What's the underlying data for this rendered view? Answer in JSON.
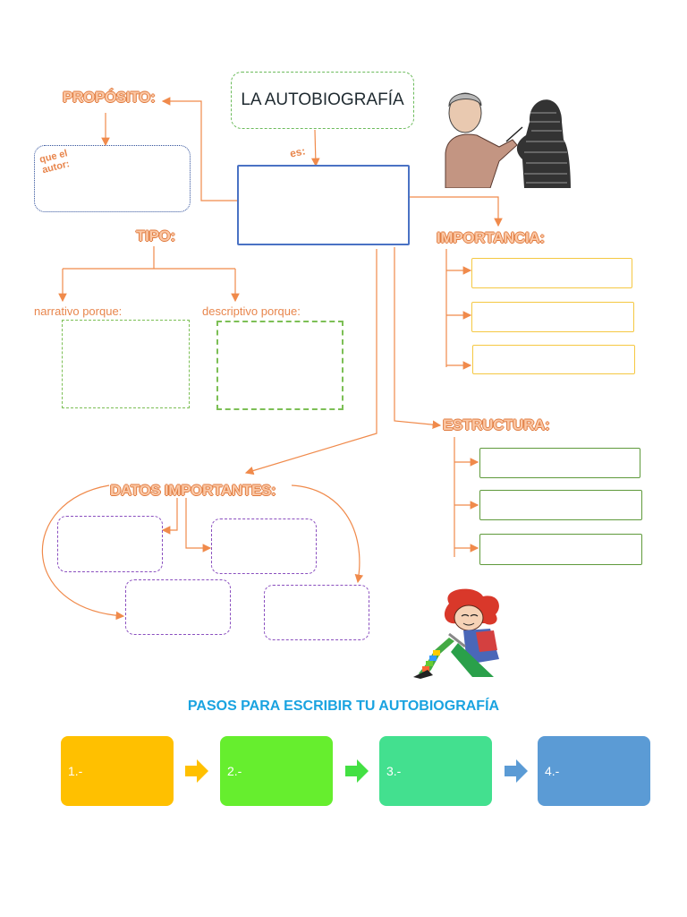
{
  "title": "LA AUTOBIOGRAFÍA",
  "es_label": "es:",
  "proposito": {
    "title": "PROPÓSITO:",
    "text": "que el autor:"
  },
  "tipo": {
    "title": "TIPO:",
    "narrativo": "narrativo porque:",
    "descriptivo": "descriptivo porque:"
  },
  "importancia": {
    "title": "IMPORTANCIA:"
  },
  "estructura": {
    "title": "ESTRUCTURA:"
  },
  "datos": {
    "title": "DATOS IMPORTANTES:"
  },
  "pasos": {
    "title": "PASOS PARA ESCRIBIR TU AUTOBIOGRAFÍA",
    "steps": [
      {
        "label": "1.-",
        "color": "#ffc000"
      },
      {
        "label": "2.-",
        "color": "#66ee2e"
      },
      {
        "label": "3.-",
        "color": "#43e08f"
      },
      {
        "label": "4.-",
        "color": "#5b9bd5"
      }
    ],
    "arrow_colors": [
      "#ffc000",
      "#43e043",
      "#5b9bd5"
    ]
  },
  "colors": {
    "accent": "#f08a4b",
    "blue": "#4a72c4"
  }
}
